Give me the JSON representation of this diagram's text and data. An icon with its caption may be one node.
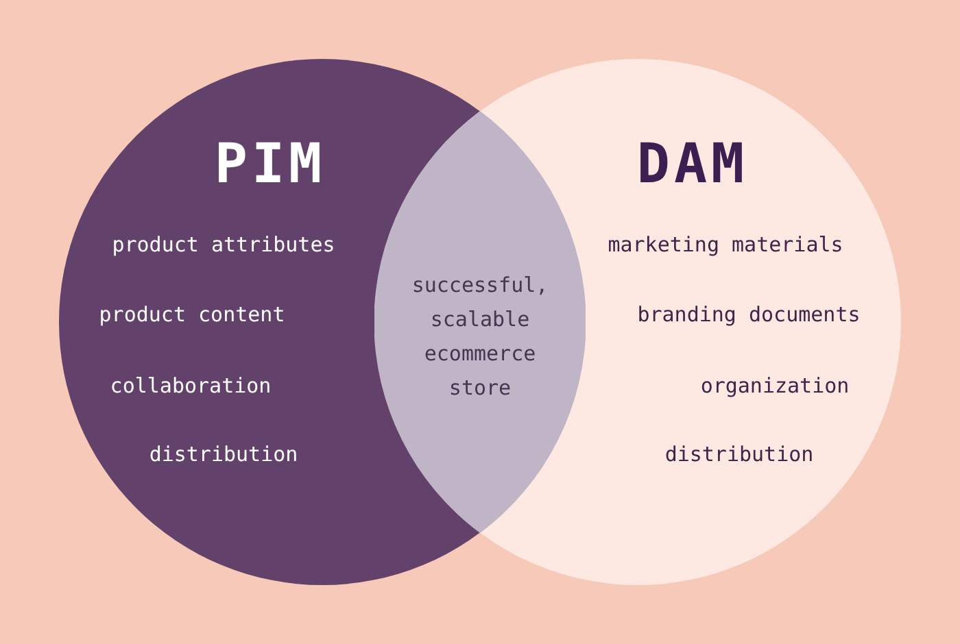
{
  "diagram": {
    "nodes": [
      {
        "text": [
          "PIM",
          "product attributes",
          "product content",
          "collaboration",
          "distribution"
        ]
      },
      {
        "text": [
          "DAM",
          "marketing materials",
          "branding documents",
          "organization",
          "distribution"
        ]
      },
      {
        "text": [
          "successful, scalable ecommerce store"
        ]
      }
    ]
  }
}
